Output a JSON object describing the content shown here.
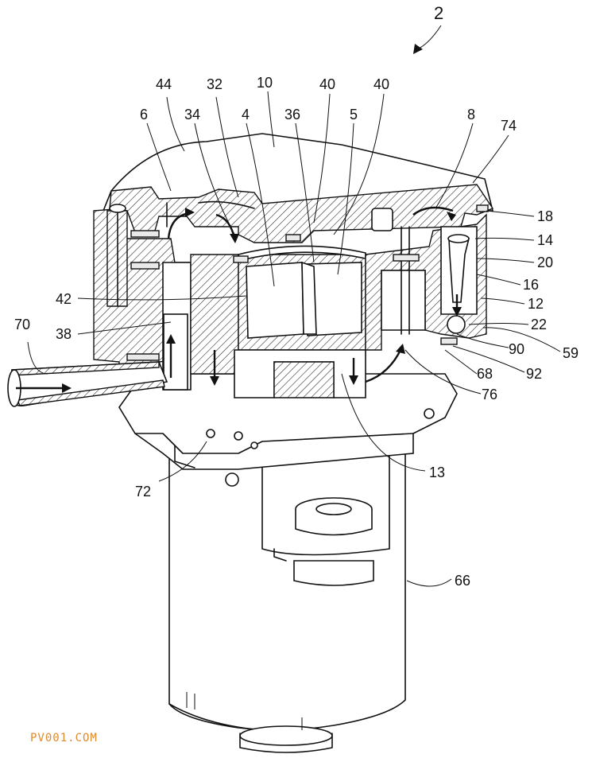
{
  "figure_number": "2",
  "watermark": "PV001.COM",
  "labels": {
    "l44": "44",
    "l32": "32",
    "l10": "10",
    "l40a": "40",
    "l40b": "40",
    "l6": "6",
    "l34": "34",
    "l4": "4",
    "l36": "36",
    "l5": "5",
    "l8": "8",
    "l74": "74",
    "l18": "18",
    "l14": "14",
    "l20": "20",
    "l16": "16",
    "l12": "12",
    "l22": "22",
    "l90": "90",
    "l59": "59",
    "l92": "92",
    "l68": "68",
    "l76": "76",
    "l42": "42",
    "l38": "38",
    "l70": "70",
    "l72": "72",
    "l13": "13",
    "l66": "66"
  }
}
